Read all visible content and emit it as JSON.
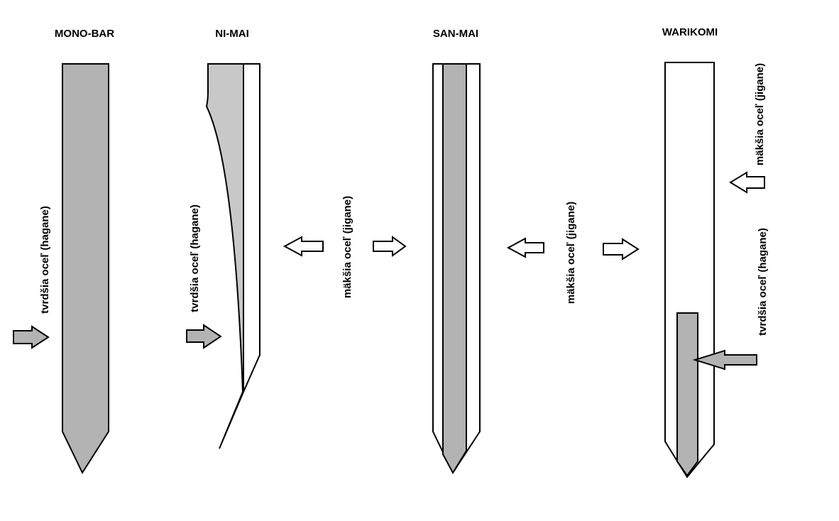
{
  "colors": {
    "hard_steel": "#b3b3b3",
    "hard_steel_light": "#c8c8c8",
    "soft_steel": "#ffffff",
    "stroke": "#000000"
  },
  "diagrams": [
    {
      "title": "MONO-BAR",
      "labels": [
        "tvrdšia oceľ (hagane)"
      ]
    },
    {
      "title": "NI-MAI",
      "labels": [
        "tvrdšia oceľ (hagane)"
      ]
    },
    {
      "title": "SAN-MAI",
      "labels": []
    },
    {
      "title": "WARIKOMI",
      "labels": [
        "mäkšia oceľ (jigane)",
        "tvrdšia oceľ (hagane)"
      ]
    }
  ],
  "shared_labels": [
    "mäkšia oceľ (jigane)",
    "mäkšia oceľ (jigane)"
  ]
}
